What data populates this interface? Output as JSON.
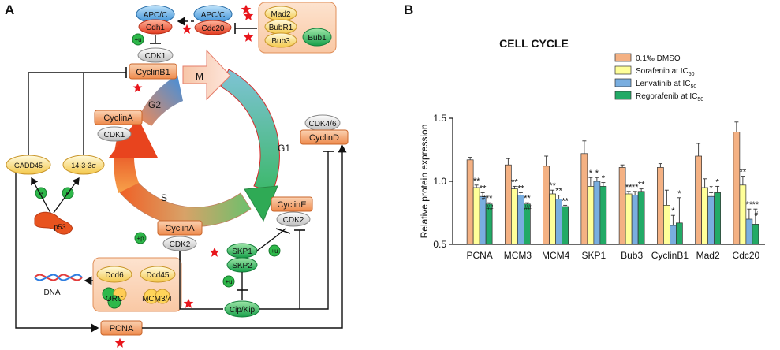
{
  "panel_a": {
    "letter": "A",
    "nodes": {
      "apcc_1": "APC/C",
      "cdh1": "Cdh1",
      "apcc_2": "APC/C",
      "cdc20": "Cdc20",
      "mad2": "Mad2",
      "bubr1": "BubR1",
      "bub3": "Bub3",
      "bub1": "Bub1",
      "cdk1_top": "CDK1",
      "cyclinb1": "CyclinB1",
      "m_phase": "M",
      "g2_phase": "G2",
      "cyclina_g2": "CyclinA",
      "cdk1_mid": "CDK1",
      "cdk46": "CDK4/6",
      "cyclind": "CyclinD",
      "g1_phase": "G1",
      "s_phase": "S",
      "cycline": "CyclinE",
      "cdk2_e": "CDK2",
      "cyclina_s": "CyclinA",
      "cdk2_a": "CDK2",
      "skp1": "SKP1",
      "skp2": "SKP2",
      "cipkip": "Cip/Kip",
      "gadd45": "GADD45",
      "p1433": "14-3-3σ",
      "p53": "p53",
      "dcd6": "Dcd6",
      "dcd45": "Dcd45",
      "orc": "ORC",
      "mcm34": "MCM3/4",
      "dna": "DNA",
      "pcna": "PCNA",
      "mod_u1": "+u",
      "mod_p1": "+p",
      "mod_u2": "+u",
      "mod_u3": "+u",
      "mod_e1": "e",
      "mod_e2": "e"
    }
  },
  "panel_b": {
    "letter": "B",
    "chart_data": {
      "type": "bar",
      "title": "CELL CYCLE",
      "ylabel": "Relative protein expression",
      "xlabel": "",
      "ylim": [
        0.5,
        1.5
      ],
      "yticks": [
        "0.5",
        "1.0",
        "1.5"
      ],
      "categories": [
        "PCNA",
        "MCM3",
        "MCM4",
        "SKP1",
        "Bub3",
        "CyclinB1",
        "Mad2",
        "Cdc20"
      ],
      "series": [
        {
          "name": "0.1‰ DMSO",
          "color": "#f4b183",
          "values": [
            1.17,
            1.13,
            1.12,
            1.22,
            1.11,
            1.11,
            1.2,
            1.39
          ],
          "errors": [
            0.02,
            0.05,
            0.08,
            0.1,
            0.02,
            0.03,
            0.1,
            0.08
          ],
          "marks": [
            "",
            "",
            "",
            "",
            "",
            "",
            "",
            ""
          ]
        },
        {
          "name": "Sorafenib at IC50",
          "color": "#ffff99",
          "values": [
            0.95,
            0.94,
            0.9,
            0.96,
            0.9,
            0.81,
            0.95,
            0.97
          ],
          "errors": [
            0.02,
            0.02,
            0.03,
            0.07,
            0.02,
            0.12,
            0.07,
            0.07
          ],
          "marks": [
            "**",
            "**",
            "**",
            "*",
            "**",
            "",
            "",
            "**"
          ]
        },
        {
          "name": "Lenvatinib at IC50",
          "color": "#79aee0",
          "values": [
            0.88,
            0.89,
            0.86,
            1.0,
            0.89,
            0.65,
            0.88,
            0.7
          ],
          "errors": [
            0.03,
            0.02,
            0.03,
            0.03,
            0.03,
            0.08,
            0.03,
            0.08
          ],
          "marks": [
            "**#",
            "**",
            "**",
            "*",
            "**",
            "*",
            "*",
            "**"
          ]
        },
        {
          "name": "Regorafenib at IC50",
          "color": "#22aa66",
          "values": [
            0.82,
            0.82,
            0.8,
            0.96,
            0.92,
            0.67,
            0.91,
            0.66
          ],
          "errors": [
            0.01,
            0.01,
            0.01,
            0.03,
            0.02,
            0.2,
            0.05,
            0.12
          ],
          "marks": [
            "**##",
            "**##",
            "**",
            "*",
            "**",
            "*",
            "*",
            "**#"
          ]
        }
      ],
      "legend": [
        {
          "main": "0.1‰ DMSO",
          "sub": ""
        },
        {
          "main": "Sorafenib at IC",
          "sub": "50"
        },
        {
          "main": "Lenvatinib at IC",
          "sub": "50"
        },
        {
          "main": "Regorafenib at IC",
          "sub": "50"
        }
      ],
      "legend_position": "top-right",
      "grid": false
    }
  }
}
